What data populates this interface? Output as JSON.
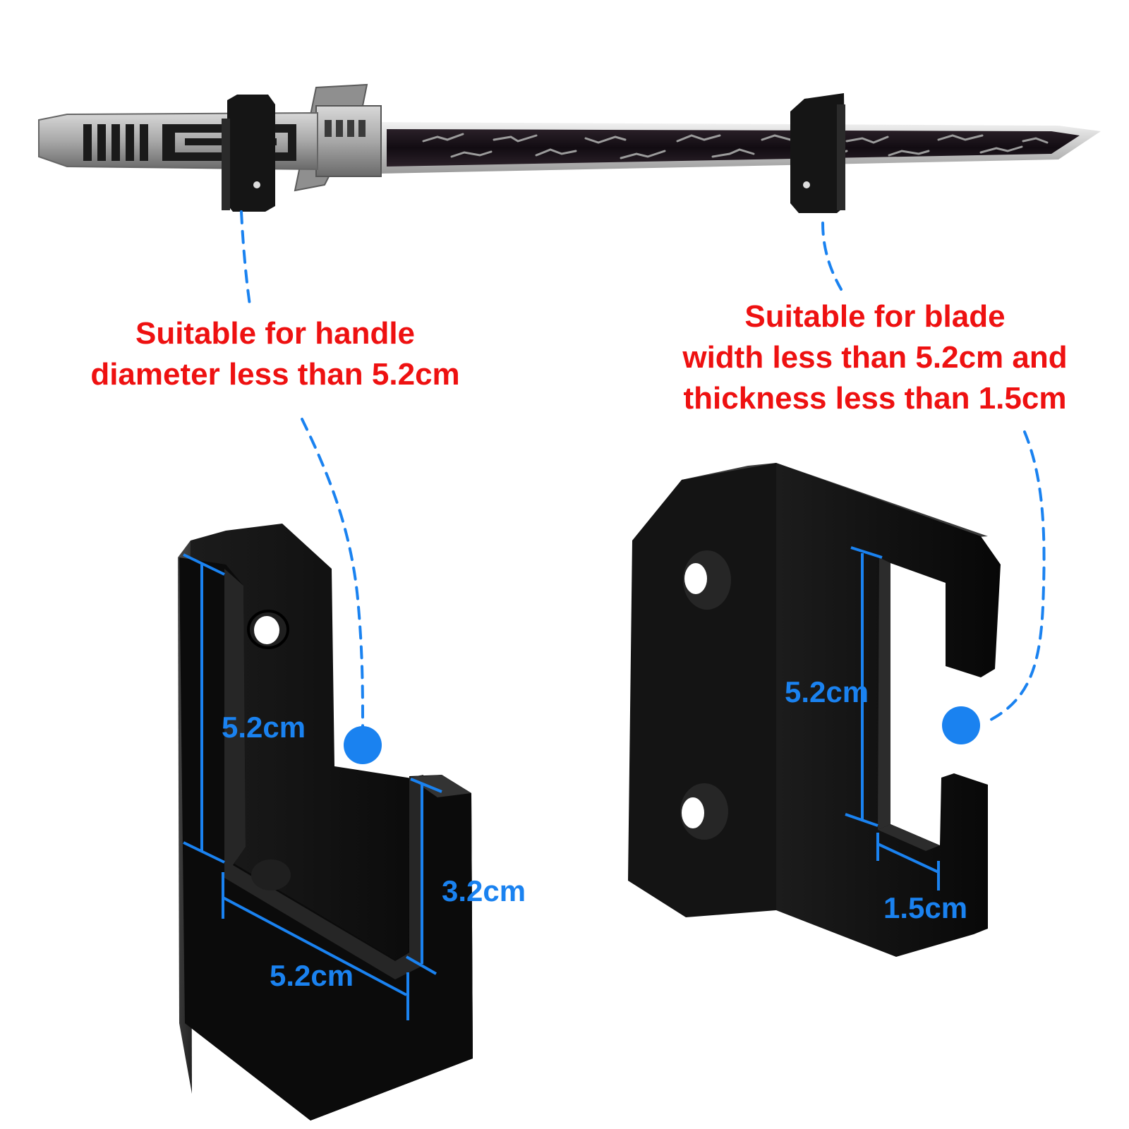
{
  "callouts": {
    "handle": {
      "lines": [
        "Suitable for handle",
        "diameter less than 5.2cm"
      ]
    },
    "blade": {
      "lines": [
        "Suitable for blade",
        "width less than 5.2cm and",
        "thickness less than 1.5cm"
      ]
    }
  },
  "dimensions": {
    "left_bracket": {
      "height": "5.2cm",
      "width": "5.2cm",
      "lip": "3.2cm"
    },
    "right_bracket": {
      "height": "5.2cm",
      "thickness": "1.5cm"
    }
  },
  "colors": {
    "callout_text": "#ee1111",
    "dimension_blue": "#1a82f0",
    "bracket_black": "#101010",
    "background": "#ffffff"
  }
}
